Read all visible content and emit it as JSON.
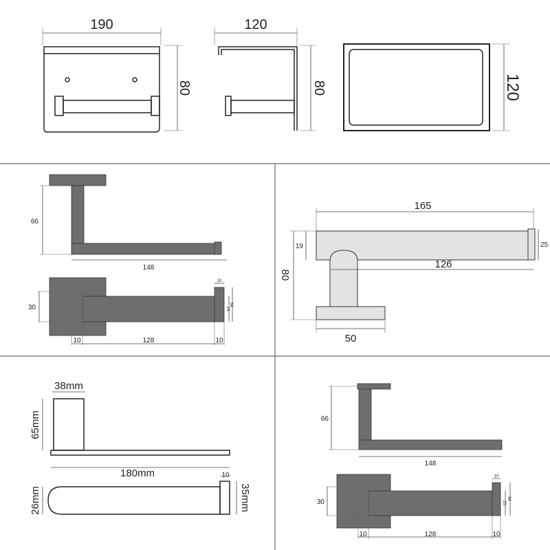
{
  "top": {
    "front_width": "190",
    "front_height": "80",
    "side_width": "120",
    "side_height": "80",
    "plate_height": "120"
  },
  "panel_a": {
    "height": "66",
    "length": "148",
    "depth": "30",
    "seg_left": "10",
    "seg_mid": "128",
    "seg_right": "10",
    "tab_width": "10",
    "tab_inner": "25",
    "tab_outer": "34"
  },
  "panel_b": {
    "length": "165",
    "bar_height": "19",
    "end_height": "25",
    "total_height": "80",
    "arm_length": "126",
    "base_width": "50"
  },
  "panel_c": {
    "width": "38mm",
    "height": "65mm",
    "length": "180mm",
    "tab": "10",
    "depth": "26mm",
    "end_height": "35mm"
  },
  "panel_d": {
    "height": "66",
    "length": "148",
    "depth": "30",
    "seg_left": "10",
    "seg_mid": "128",
    "seg_right": "10",
    "tab_width": "10",
    "tab_inner": "25",
    "tab_outer": "34"
  }
}
